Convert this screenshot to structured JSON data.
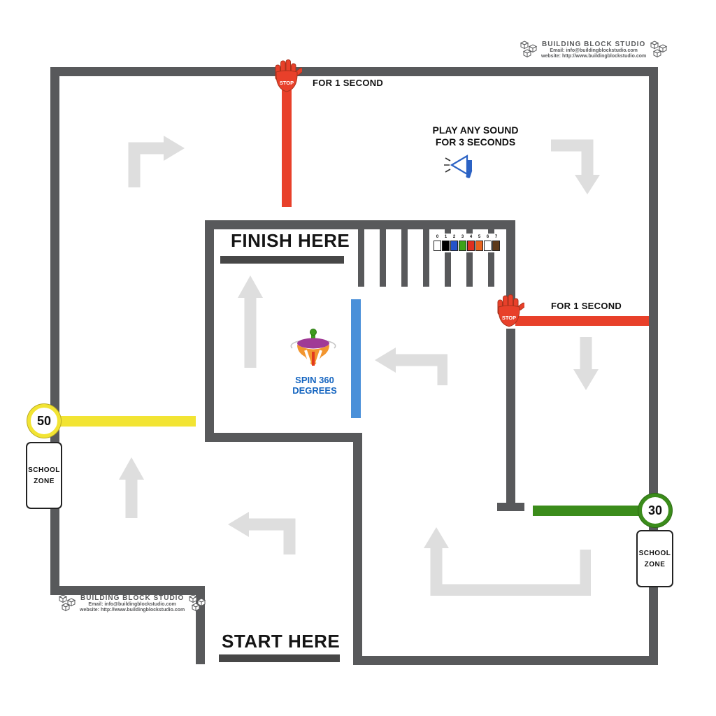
{
  "colors": {
    "track": "#58595b",
    "arrow": "#dedede",
    "stop_red": "#e8402a",
    "speed_yellow": "#f2e433",
    "speed_green": "#3b8c1b",
    "spin_blue": "#4a90d9",
    "spin_text": "#1565c0"
  },
  "branding": {
    "title": "BUILDING BLOCK STUDIO",
    "email": "Email: info@buildingblockstudio.com",
    "website": "website: http://www.buildingblockstudio.com"
  },
  "labels": {
    "finish": "FINISH HERE",
    "start": "START HERE",
    "stop_hand": "STOP"
  },
  "stop_top": {
    "label": "FOR 1 SECOND"
  },
  "stop_right": {
    "label": "FOR 1 SECOND"
  },
  "play_sound": {
    "line1": "PLAY ANY SOUND",
    "line2": "FOR 3 SECONDS"
  },
  "spin": {
    "line1": "SPIN 360",
    "line2": "DEGREES"
  },
  "school_zone_left": {
    "speed": "50",
    "line1": "SCHOOL",
    "line2": "ZONE"
  },
  "school_zone_right": {
    "speed": "30",
    "line1": "SCHOOL",
    "line2": "ZONE"
  },
  "color_strip": {
    "cells": [
      {
        "label": "0",
        "color": "#ffffff",
        "crossed": true
      },
      {
        "label": "1",
        "color": "#000000"
      },
      {
        "label": "2",
        "color": "#2453c9"
      },
      {
        "label": "3",
        "color": "#3fa31a"
      },
      {
        "label": "4",
        "color": "#e03020"
      },
      {
        "label": "5",
        "color": "#e8641e"
      },
      {
        "label": "6",
        "color": "#ffffff"
      },
      {
        "label": "7",
        "color": "#5e3a1a"
      }
    ]
  },
  "icons": {
    "stop_hand": "stop-hand-icon",
    "megaphone": "megaphone-icon",
    "spinning_top": "spinning-top-icon",
    "logo_cubes": "cubes-logo-icon",
    "arrows": "direction-arrow-icon"
  }
}
